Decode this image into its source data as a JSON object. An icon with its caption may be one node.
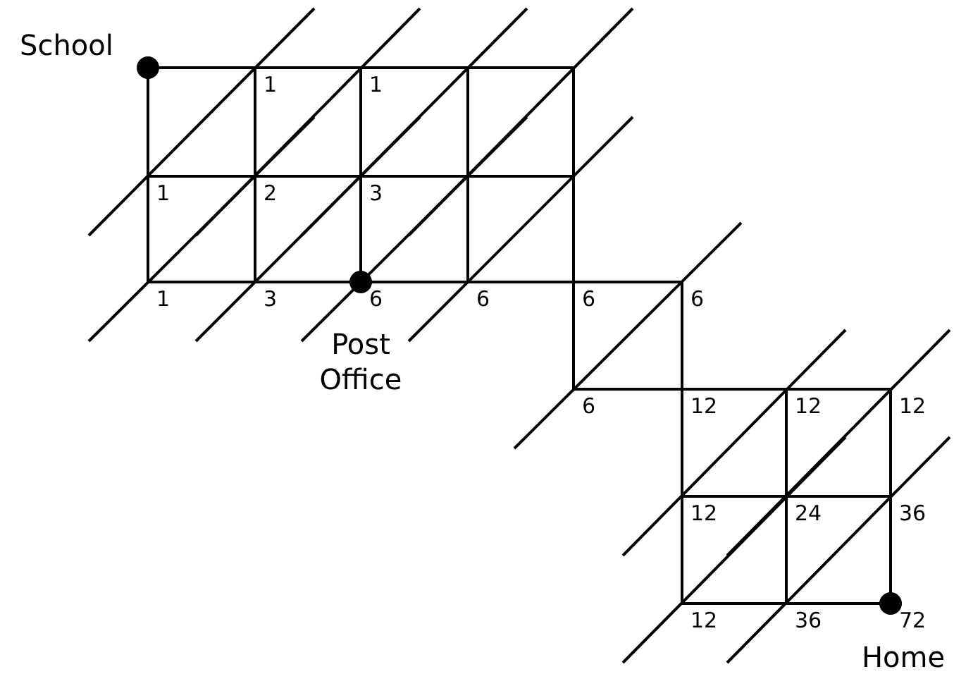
{
  "diagram": {
    "nodes": [
      {
        "text": [
          "School"
        ]
      },
      {
        "text": [
          "Post Office"
        ]
      },
      {
        "text": [
          "Home"
        ]
      }
    ],
    "labels": [
      "1",
      "1",
      "1",
      "2",
      "3",
      "1",
      "3",
      "6",
      "6",
      "6",
      "6",
      "6",
      "12",
      "12",
      "12",
      "12",
      "24",
      "36",
      "12",
      "36",
      "72"
    ]
  }
}
